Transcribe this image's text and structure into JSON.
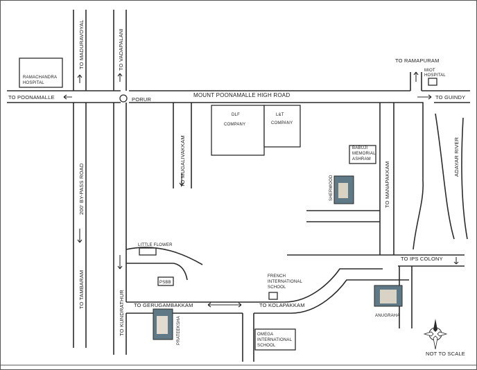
{
  "map": {
    "roads": {
      "poonamalle_high_road": "MOUNT POONAMALLE HIGH ROAD",
      "bypass_road": "200' BY-PASS ROAD"
    },
    "directions": {
      "to_poonamalle": "TO POONAMALLE",
      "to_maduravoyal": "TO MADURAVOYAL",
      "to_vadapalani": "TO VADAPALANI",
      "to_ramapuram": "TO RAMAPURAM",
      "to_guindy": "TO GUINDY",
      "to_mugalivakkam": "TO MUGALIVAKKAM",
      "to_manapakkam": "TO MANAPAKKAM",
      "to_tambaram": "TO TAMBARAM",
      "to_kundrathur": "TO KUNDRATHUR",
      "to_gerugambakkam": "TO GERUGAMBAKKAM",
      "to_kolapakkam": "TO KOLAPAKKAM",
      "to_ips_colony": "TO IPS COLONY"
    },
    "places": {
      "porur": "PORUR",
      "adayar_river": "ADAYAR RIVER",
      "ramachandra_1": "RAMACHANDRA",
      "ramachandra_2": "HOSPITAL",
      "dlf_1": "DLF",
      "dlf_2": "COMPANY",
      "lt_1": "L&T",
      "lt_2": "COMPANY",
      "miot_1": "MIOT",
      "miot_2": "HOSPITAL",
      "babuji_1": "BABUJI",
      "babuji_2": "MEMORIAL",
      "babuji_3": "ASHRAM",
      "little_flower": "LITTLE FLOWER",
      "psbb": "PSBB",
      "french_1": "FRENCH",
      "french_2": "INTERNATIONAL",
      "french_3": "SCHOOL",
      "omega_1": "OMEGA",
      "omega_2": "INTERNATIONAL",
      "omega_3": "SCHOOL",
      "sherwood": "SHERWOOD",
      "prateeksha": "PRATEEKSHA",
      "anugraha": "ANUGRAHA"
    },
    "legend": {
      "not_to_scale": "NOT TO SCALE"
    },
    "colors": {
      "road": "#2a2a2a",
      "text": "#1a1a1a",
      "photo": "#5f7a86"
    },
    "icons": {
      "compass": "compass-rose-icon"
    }
  }
}
